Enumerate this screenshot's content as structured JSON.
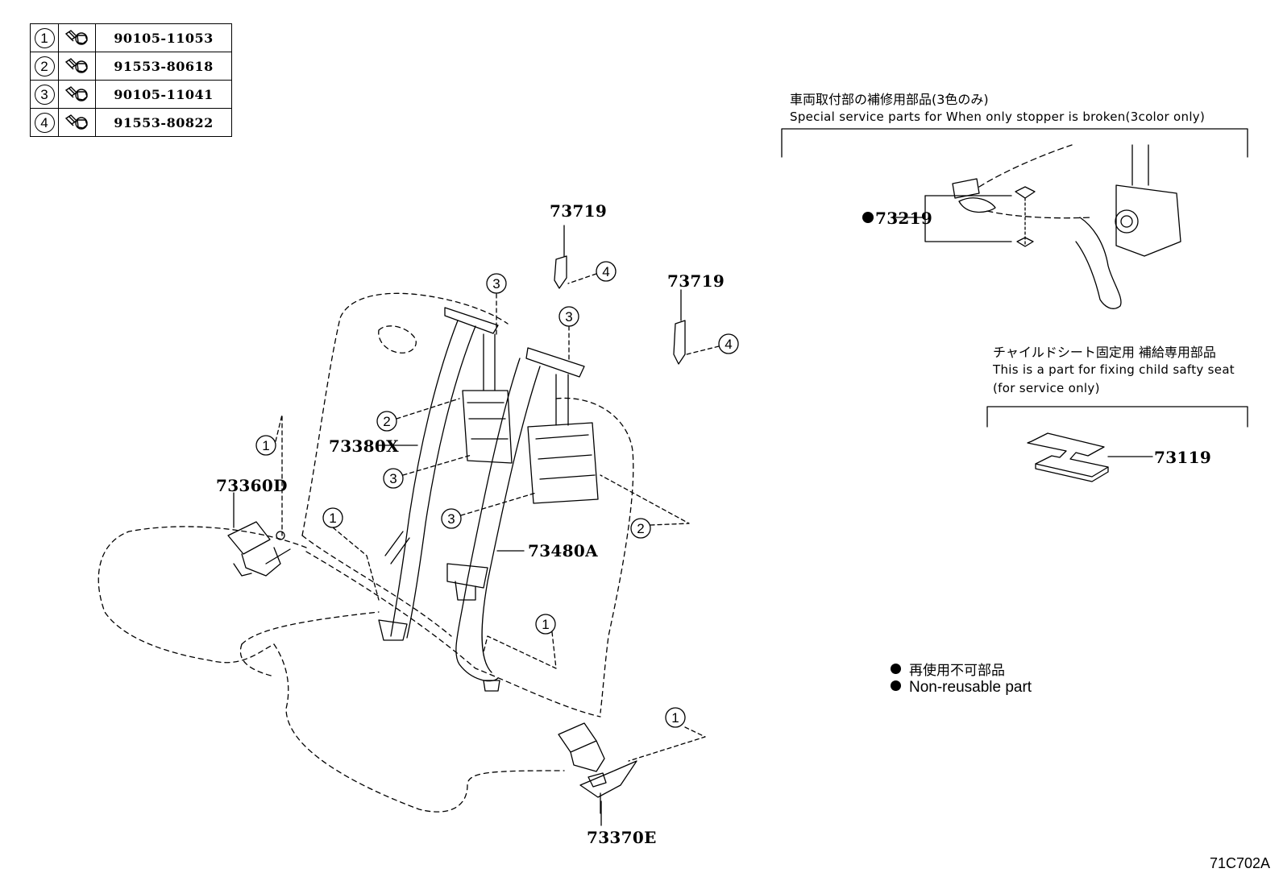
{
  "fasteners": [
    {
      "idx": "1",
      "part": "90105-11053",
      "icon": "bolt-icon"
    },
    {
      "idx": "2",
      "part": "91553-80618",
      "icon": "bolt-icon"
    },
    {
      "idx": "3",
      "part": "90105-11041",
      "icon": "bolt-icon"
    },
    {
      "idx": "4",
      "part": "91553-80822",
      "icon": "bolt-icon"
    }
  ],
  "parts": {
    "p73719a": "73719",
    "p73719b": "73719",
    "p73380x": "73380X",
    "p73360d": "73360D",
    "p73480a": "73480A",
    "p73370e": "73370E",
    "p73219": "73219",
    "p73119": "73119"
  },
  "notes": {
    "stopper_jp": "車両取付部の補修用部品(3色のみ)",
    "stopper_en": "Special service parts for When only stopper is broken(3color only)",
    "child_jp": "チャイルドシート固定用 補給専用部品",
    "child_en1": "This is a part for fixing child safty seat",
    "child_en2": "(for service only)"
  },
  "legend": {
    "jp": "再使用不可部品",
    "en": "Non-reusable part"
  },
  "callouts": {
    "c1": "1",
    "c2": "2",
    "c3": "3",
    "c4": "4"
  },
  "diagram_code": "71C702A",
  "colors": {
    "line": "#000000",
    "background": "#ffffff"
  }
}
